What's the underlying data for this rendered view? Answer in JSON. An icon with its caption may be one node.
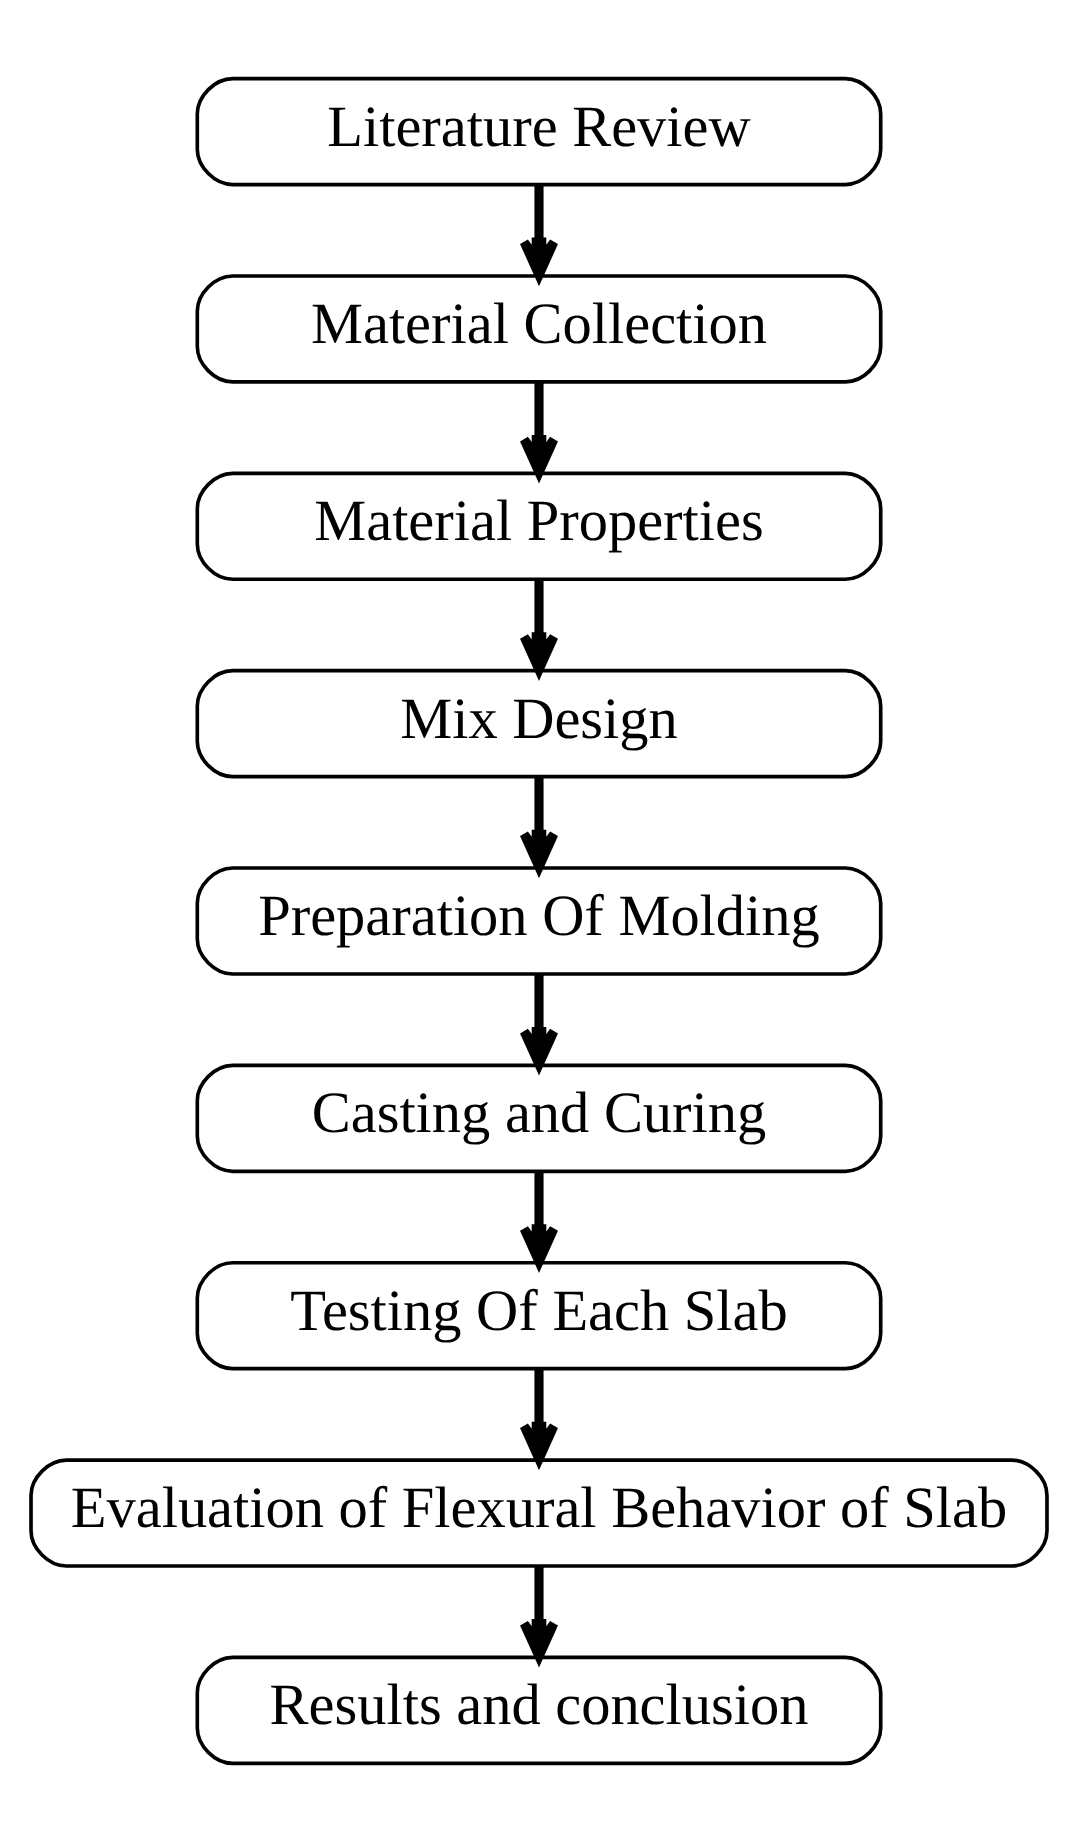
{
  "diagram": {
    "nodes": [
      {
        "text": [
          "Literature Review"
        ]
      },
      {
        "text": [
          "Material Collection"
        ]
      },
      {
        "text": [
          "Material Properties"
        ]
      },
      {
        "text": [
          "Mix Design"
        ]
      },
      {
        "text": [
          "Preparation Of Molding"
        ]
      },
      {
        "text": [
          "Casting and Curing"
        ]
      },
      {
        "text": [
          "Testing Of Each Slab"
        ]
      },
      {
        "text": [
          "Evaluation of Flexural Behavior of Slab"
        ]
      },
      {
        "text": [
          "Results and conclusion"
        ]
      }
    ],
    "edges": [
      {
        "from": 0,
        "to": 1,
        "arrow": "to"
      },
      {
        "from": 1,
        "to": 2,
        "arrow": "to"
      },
      {
        "from": 2,
        "to": 3,
        "arrow": "to"
      },
      {
        "from": 3,
        "to": 4,
        "arrow": "to"
      },
      {
        "from": 4,
        "to": 5,
        "arrow": "to"
      },
      {
        "from": 5,
        "to": 6,
        "arrow": "to"
      },
      {
        "from": 6,
        "to": 7,
        "arrow": "to"
      },
      {
        "from": 7,
        "to": 8,
        "arrow": "to"
      }
    ]
  }
}
